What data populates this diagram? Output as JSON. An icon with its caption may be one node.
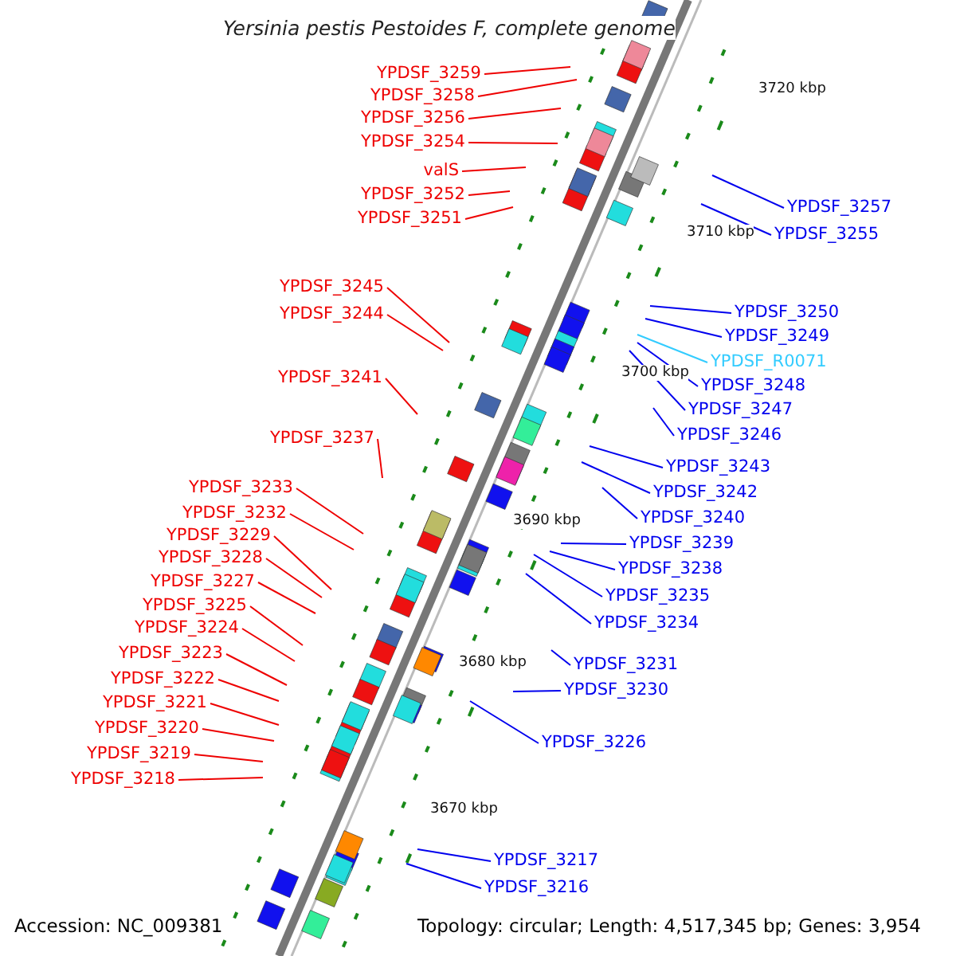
{
  "diagram": {
    "title": "Yersinia pestis Pestoides F, complete genome",
    "nodes": [
      {
        "text": [
          "YPDSF_3259"
        ]
      },
      {
        "text": [
          "YPDSF_3258"
        ]
      },
      {
        "text": [
          "YPDSF_3256"
        ]
      },
      {
        "text": [
          "YPDSF_3254"
        ]
      },
      {
        "text": [
          "valS"
        ]
      },
      {
        "text": [
          "YPDSF_3252"
        ]
      },
      {
        "text": [
          "YPDSF_3251"
        ]
      },
      {
        "text": [
          "YPDSF_3245"
        ]
      },
      {
        "text": [
          "YPDSF_3244"
        ]
      },
      {
        "text": [
          "YPDSF_3241"
        ]
      },
      {
        "text": [
          "YPDSF_3237"
        ]
      },
      {
        "text": [
          "YPDSF_3233"
        ]
      },
      {
        "text": [
          "YPDSF_3232"
        ]
      },
      {
        "text": [
          "YPDSF_3229"
        ]
      },
      {
        "text": [
          "YPDSF_3228"
        ]
      },
      {
        "text": [
          "YPDSF_3227"
        ]
      },
      {
        "text": [
          "YPDSF_3225"
        ]
      },
      {
        "text": [
          "YPDSF_3224"
        ]
      },
      {
        "text": [
          "YPDSF_3223"
        ]
      },
      {
        "text": [
          "YPDSF_3222"
        ]
      },
      {
        "text": [
          "YPDSF_3221"
        ]
      },
      {
        "text": [
          "YPDSF_3220"
        ]
      },
      {
        "text": [
          "YPDSF_3219"
        ]
      },
      {
        "text": [
          "YPDSF_3218"
        ]
      },
      {
        "text": [
          "YPDSF_3257"
        ]
      },
      {
        "text": [
          "YPDSF_3255"
        ]
      },
      {
        "text": [
          "YPDSF_3250"
        ]
      },
      {
        "text": [
          "YPDSF_3249"
        ]
      },
      {
        "text": [
          "YPDSF_R0071"
        ]
      },
      {
        "text": [
          "YPDSF_3248"
        ]
      },
      {
        "text": [
          "YPDSF_3247"
        ]
      },
      {
        "text": [
          "YPDSF_3246"
        ]
      },
      {
        "text": [
          "YPDSF_3243"
        ]
      },
      {
        "text": [
          "YPDSF_3242"
        ]
      },
      {
        "text": [
          "YPDSF_3240"
        ]
      },
      {
        "text": [
          "YPDSF_3239"
        ]
      },
      {
        "text": [
          "YPDSF_3238"
        ]
      },
      {
        "text": [
          "YPDSF_3235"
        ]
      },
      {
        "text": [
          "YPDSF_3234"
        ]
      },
      {
        "text": [
          "YPDSF_3231"
        ]
      },
      {
        "text": [
          "YPDSF_3230"
        ]
      },
      {
        "text": [
          "YPDSF_3226"
        ]
      },
      {
        "text": [
          "YPDSF_3217"
        ]
      },
      {
        "text": [
          "YPDSF_3216"
        ]
      }
    ],
    "edges": [
      {
        "from": 0,
        "to": null,
        "arrow": "none"
      },
      {
        "from": 1,
        "to": null,
        "arrow": "none"
      },
      {
        "from": 2,
        "to": null,
        "arrow": "none"
      },
      {
        "from": 3,
        "to": null,
        "arrow": "none"
      },
      {
        "from": 4,
        "to": null,
        "arrow": "none"
      },
      {
        "from": 5,
        "to": null,
        "arrow": "none"
      },
      {
        "from": 6,
        "to": null,
        "arrow": "none"
      },
      {
        "from": 7,
        "to": null,
        "arrow": "none"
      },
      {
        "from": 8,
        "to": null,
        "arrow": "none"
      },
      {
        "from": 9,
        "to": null,
        "arrow": "none"
      },
      {
        "from": 10,
        "to": null,
        "arrow": "none"
      },
      {
        "from": 11,
        "to": null,
        "arrow": "none"
      },
      {
        "from": 12,
        "to": null,
        "arrow": "none"
      },
      {
        "from": 13,
        "to": null,
        "arrow": "none"
      },
      {
        "from": 14,
        "to": null,
        "arrow": "none"
      },
      {
        "from": 15,
        "to": null,
        "arrow": "none"
      },
      {
        "from": 16,
        "to": null,
        "arrow": "none"
      },
      {
        "from": 17,
        "to": null,
        "arrow": "none"
      },
      {
        "from": 18,
        "to": null,
        "arrow": "none"
      },
      {
        "from": 19,
        "to": null,
        "arrow": "none"
      },
      {
        "from": 20,
        "to": null,
        "arrow": "none"
      },
      {
        "from": 21,
        "to": null,
        "arrow": "none"
      },
      {
        "from": 22,
        "to": null,
        "arrow": "none"
      },
      {
        "from": 23,
        "to": null,
        "arrow": "none"
      },
      {
        "from": 24,
        "to": null,
        "arrow": "none",
        "color": "#0000ee"
      },
      {
        "from": 25,
        "to": null,
        "arrow": "none",
        "color": "#0000ee"
      },
      {
        "from": 26,
        "to": null,
        "arrow": "none",
        "color": "#0000ee"
      },
      {
        "from": 27,
        "to": null,
        "arrow": "none",
        "color": "#0000ee"
      },
      {
        "from": 28,
        "to": null,
        "arrow": "none",
        "color": "#33ccff"
      },
      {
        "from": 29,
        "to": null,
        "arrow": "none",
        "color": "#0000ee"
      },
      {
        "from": 30,
        "to": null,
        "arrow": "none",
        "color": "#0000ee"
      },
      {
        "from": 31,
        "to": null,
        "arrow": "none",
        "color": "#0000ee"
      },
      {
        "from": 32,
        "to": null,
        "arrow": "none",
        "color": "#0000ee"
      },
      {
        "from": 33,
        "to": null,
        "arrow": "none",
        "color": "#0000ee"
      },
      {
        "from": 34,
        "to": null,
        "arrow": "none",
        "color": "#0000ee"
      },
      {
        "from": 35,
        "to": null,
        "arrow": "none",
        "color": "#0000ee"
      },
      {
        "from": 36,
        "to": null,
        "arrow": "none",
        "color": "#0000ee"
      },
      {
        "from": 37,
        "to": null,
        "arrow": "none",
        "color": "#0000ee"
      },
      {
        "from": 38,
        "to": null,
        "arrow": "none",
        "color": "#0000ee"
      },
      {
        "from": 39,
        "to": null,
        "arrow": "none",
        "color": "#0000ee"
      },
      {
        "from": 40,
        "to": null,
        "arrow": "none",
        "color": "#0000ee"
      },
      {
        "from": 41,
        "to": null,
        "arrow": "none",
        "color": "#0000ee"
      },
      {
        "from": 42,
        "to": null,
        "arrow": "none",
        "color": "#0000ee"
      },
      {
        "from": 43,
        "to": null,
        "arrow": "none",
        "color": "#0000ee"
      }
    ],
    "labels": [
      "3720 kbp",
      "3710 kbp",
      "3700 kbp",
      "3690 kbp",
      "3680 kbp",
      "3670 kbp",
      "Accession: NC_009381",
      "Topology: circular; Length: 4,517,345 bp; Genes: 3,954"
    ]
  }
}
